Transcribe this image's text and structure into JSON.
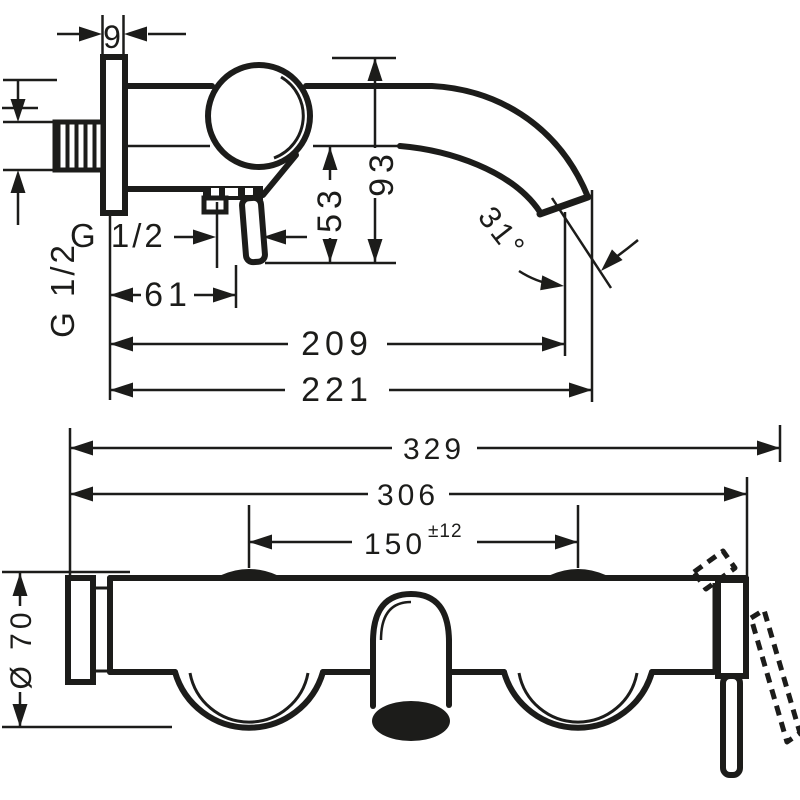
{
  "drawing": {
    "top_view": {
      "plate_thickness": "9",
      "connection_thread": "G 1/2",
      "connection_thread_side": "G 1/2",
      "outlet_offset": "61",
      "tip_drop_from_center": "53",
      "tip_drop_total": "93",
      "reach_to_tip": "209",
      "reach_overall": "221",
      "spout_angle": "31°"
    },
    "bottom_view": {
      "overall_width": "329",
      "width_to_body_end": "306",
      "connection_centers": "150",
      "connection_centers_tolerance": "±12",
      "escutcheon_diameter": "Ø 70"
    },
    "line_color": "#1c1c1a",
    "background_color": "#ffffff"
  }
}
